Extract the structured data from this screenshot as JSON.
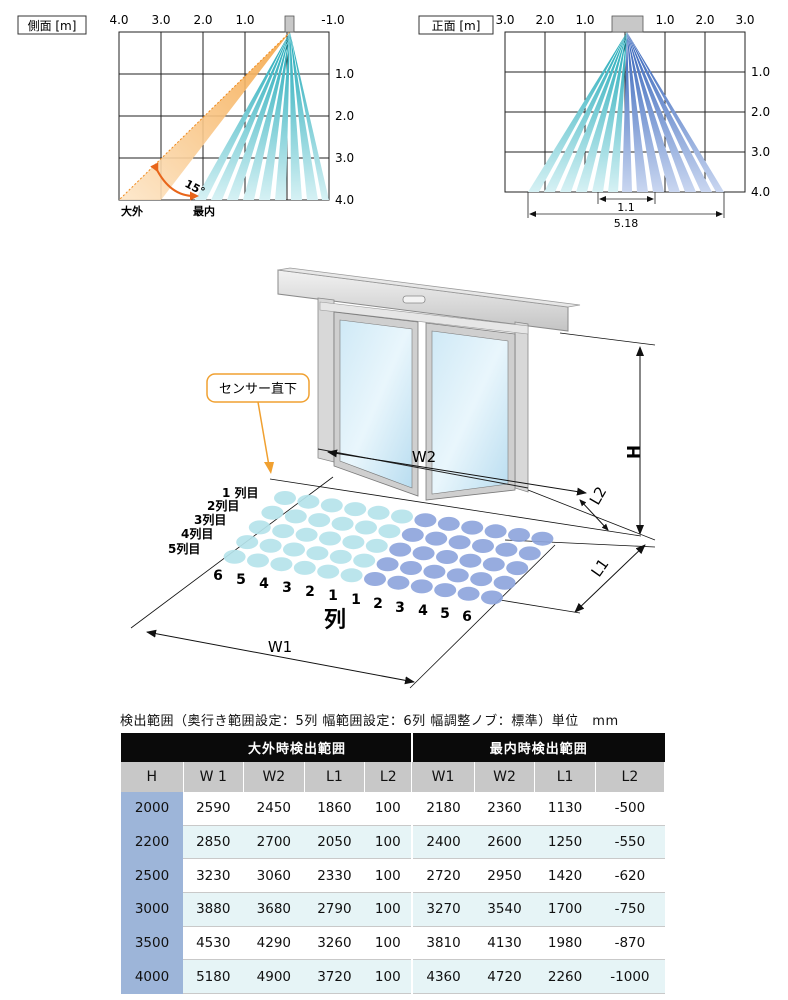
{
  "side_view": {
    "label": "側面 [m]",
    "top_ticks": [
      "4.0",
      "3.0",
      "2.0",
      "1.0",
      "-1.0"
    ],
    "right_ticks": [
      "1.0",
      "2.0",
      "3.0",
      "4.0"
    ],
    "angle_label": "15°",
    "outer_label": "大外",
    "inner_label": "最内"
  },
  "front_view": {
    "label": "正面 [m]",
    "top_ticks": [
      "3.0",
      "2.0",
      "1.0",
      "1.0",
      "2.0",
      "3.0"
    ],
    "right_ticks": [
      "1.0",
      "2.0",
      "3.0",
      "4.0"
    ],
    "dim_inner": "1.1",
    "dim_outer": "5.18"
  },
  "perspective": {
    "callout": "センサー直下",
    "row_labels": [
      "1 列目",
      "2列目",
      "3列目",
      "4列目",
      "5列目"
    ],
    "column_numbers_left": [
      "6",
      "5",
      "4",
      "3",
      "2",
      "1"
    ],
    "column_numbers_right": [
      "1",
      "2",
      "3",
      "4",
      "5",
      "6"
    ],
    "column_word": "列",
    "dim_w1": "W1",
    "dim_w2": "W2",
    "dim_h": "H",
    "dim_l1": "L1",
    "dim_l2": "L2"
  },
  "table": {
    "caption": "検出範囲（奥行き範囲設定：5列 幅範囲設定：6列 幅調整ノブ：標準）単位　mm",
    "group_outer": "大外時検出範囲",
    "group_inner": "最内時検出範囲",
    "headers": [
      "H",
      "W 1",
      "W2",
      "L1",
      "L2",
      "W1",
      "W2",
      "L1",
      "L2"
    ],
    "rows": [
      [
        "2000",
        "2590",
        "2450",
        "1860",
        "100",
        "2180",
        "2360",
        "1130",
        "-500"
      ],
      [
        "2200",
        "2850",
        "2700",
        "2050",
        "100",
        "2400",
        "2600",
        "1250",
        "-550"
      ],
      [
        "2500",
        "3230",
        "3060",
        "2330",
        "100",
        "2720",
        "2950",
        "1420",
        "-620"
      ],
      [
        "3000",
        "3880",
        "3680",
        "2790",
        "100",
        "3270",
        "3540",
        "1700",
        "-750"
      ],
      [
        "3500",
        "4530",
        "4290",
        "3260",
        "100",
        "3810",
        "4130",
        "1980",
        "-870"
      ],
      [
        "4000",
        "5180",
        "4900",
        "3720",
        "100",
        "4360",
        "4720",
        "2260",
        "-1000"
      ]
    ]
  },
  "colors": {
    "teal": "#27b1bf",
    "blue": "#3d6fc2",
    "orange": "#f4a340",
    "arrow": "#e8651a",
    "dot_light": "#b5e3ea",
    "dot_blue": "#8ea5dc",
    "header_black": "#0a0a0a",
    "header_gray": "#c8c8c8",
    "h_col_blue": "#9db5d9",
    "row_alt": "#e6f4f6"
  }
}
